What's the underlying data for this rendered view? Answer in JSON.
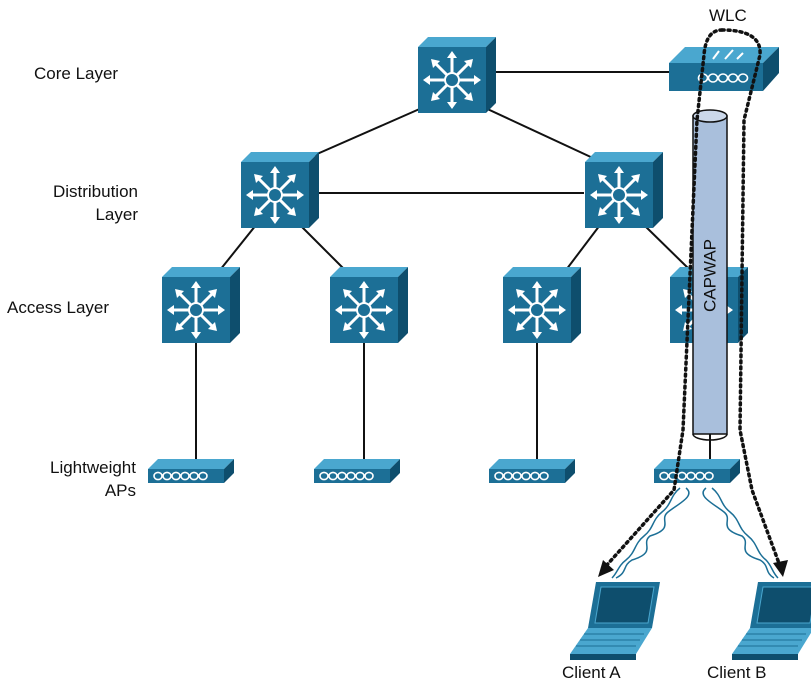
{
  "layers": {
    "core": "Core Layer",
    "distribution_line1": "Distribution",
    "distribution_line2": "Layer",
    "access": "Access Layer",
    "aps_line1": "Lightweight",
    "aps_line2": "APs"
  },
  "wlc_label": "WLC",
  "tunnel_label": "CAPWAP",
  "clients": {
    "a": "Client A",
    "b": "Client B"
  },
  "colors": {
    "device": "#1c6f96",
    "device_top": "#4aa7cf",
    "device_side": "#0e4e6d",
    "tunnel": "#a9bfdc",
    "line": "#111111"
  },
  "icons": [
    "multilayer-switch-icon",
    "wlc-icon",
    "access-point-icon",
    "laptop-icon",
    "wireless-signal-icon",
    "capwap-tunnel-icon"
  ]
}
